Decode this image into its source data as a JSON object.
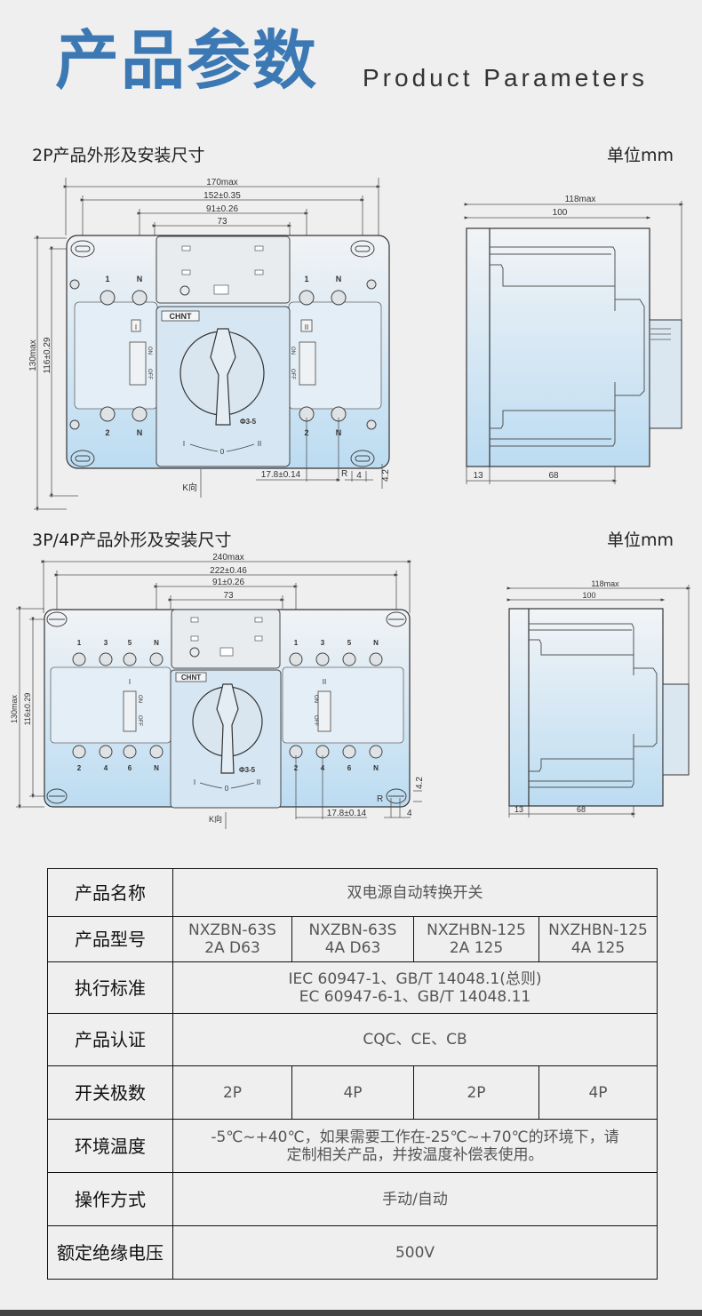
{
  "header": {
    "title_cn": "产品参数",
    "title_en": "Product Parameters"
  },
  "colors": {
    "accent": "#3c78b4",
    "background": "#efefef",
    "drawing_fill_top": "#f1f3f5",
    "drawing_fill_bottom": "#bcdcf2",
    "bottom_bar": "#424242"
  },
  "section_2p": {
    "title": "2P产品外形及安装尺寸",
    "unit": "单位mm",
    "front_view": {
      "dim_overall_width": "170max",
      "dim_mount_width": "152±0.35",
      "dim_center_holes": "91±0.26",
      "dim_panel_width": "73",
      "dim_overall_height": "130max",
      "dim_mount_height": "116±0.29",
      "dim_terminal_pitch": "17.8±0.14",
      "dim_radius": "R",
      "dim_slot": "4",
      "dim_slot_h": "4.2",
      "view_arrow": "K向",
      "brand": "CHNT",
      "lock_label": "Φ3-5",
      "pos_1": "I",
      "pos_0": "0",
      "pos_2": "II",
      "on_label": "ON",
      "off_label": "OFF",
      "top_terminals": [
        "1",
        "N",
        "1",
        "N"
      ],
      "bottom_terminals": [
        "2",
        "N",
        "2",
        "N"
      ]
    },
    "side_view": {
      "dim_overall_depth": "118max",
      "dim_body_depth": "100",
      "dim_front": "13",
      "dim_mid": "68"
    }
  },
  "section_4p": {
    "title": "3P/4P产品外形及安装尺寸",
    "unit": "单位mm",
    "front_view": {
      "dim_overall_width": "240max",
      "dim_mount_width": "222±0.46",
      "dim_center_holes": "91±0.26",
      "dim_panel_width": "73",
      "dim_overall_height": "130max",
      "dim_mount_height": "116±0.29",
      "dim_terminal_pitch": "17.8±0.14",
      "dim_radius": "R",
      "dim_slot": "4",
      "dim_slot_h": "4.2",
      "view_arrow": "K向",
      "brand": "CHNT",
      "lock_label": "Φ3-5",
      "pos_1": "I",
      "pos_0": "0",
      "pos_2": "II",
      "on_label": "ON",
      "off_label": "OFF",
      "top_terminals": [
        "1",
        "3",
        "5",
        "N",
        "1",
        "3",
        "5",
        "N"
      ],
      "bottom_terminals": [
        "2",
        "4",
        "6",
        "N",
        "2",
        "4",
        "6",
        "N"
      ]
    },
    "side_view": {
      "dim_overall_depth": "118max",
      "dim_body_depth": "100",
      "dim_front": "13",
      "dim_mid": "68"
    }
  },
  "spec_table": {
    "rows": [
      {
        "label": "产品名称",
        "value": "双电源自动转换开关"
      },
      {
        "label": "产品型号",
        "cells": [
          {
            "line1": "NXZBN-63S",
            "line2": "2A D63"
          },
          {
            "line1": "NXZBN-63S",
            "line2": "4A D63"
          },
          {
            "line1": "NXZHBN-125",
            "line2": "2A 125"
          },
          {
            "line1": "NXZHBN-125",
            "line2": "4A 125"
          }
        ]
      },
      {
        "label": "执行标准",
        "line1": "IEC 60947-1、GB/T 14048.1(总则)",
        "line2": "EC 60947-6-1、GB/T 14048.11"
      },
      {
        "label": "产品认证",
        "value": "CQC、CE、CB"
      },
      {
        "label": "开关极数",
        "cells": [
          "2P",
          "4P",
          "2P",
          "4P"
        ]
      },
      {
        "label": "环境温度",
        "line1": "-5℃~+40℃，如果需要工作在-25℃~+70℃的环境下，请",
        "line2": "定制相关产品，并按温度补偿表使用。"
      },
      {
        "label": "操作方式",
        "value": "手动/自动"
      },
      {
        "label": "额定绝缘电压",
        "value": "500V"
      }
    ]
  }
}
